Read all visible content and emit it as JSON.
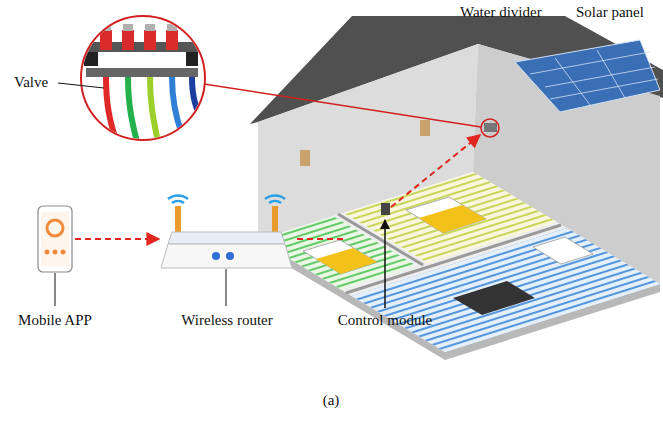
{
  "diagram": {
    "caption": "(a)",
    "nodes": [
      {
        "text": [
          "Mobile APP"
        ]
      },
      {
        "text": [
          "Wireless router"
        ]
      }
    ],
    "edges": [
      {
        "from": 0,
        "to": 1,
        "arrow": "to"
      }
    ],
    "labels": [
      "Valve",
      "Water divider",
      "Solar panel",
      "Control module"
    ]
  }
}
